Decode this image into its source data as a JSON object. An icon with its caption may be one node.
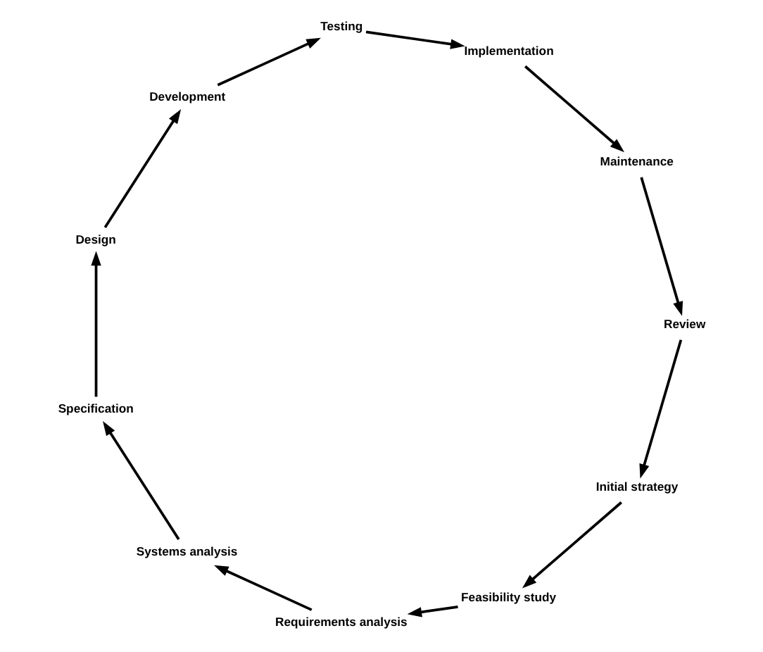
{
  "diagram": {
    "nodes": [
      {
        "text": [
          "Initial strategy"
        ]
      },
      {
        "text": [
          "Feasibility study"
        ]
      },
      {
        "text": [
          "Requirements analysis"
        ]
      },
      {
        "text": [
          "Systems analysis"
        ]
      },
      {
        "text": [
          "Specification"
        ]
      },
      {
        "text": [
          "Design"
        ]
      },
      {
        "text": [
          "Development"
        ]
      },
      {
        "text": [
          "Testing"
        ]
      },
      {
        "text": [
          "Implementation"
        ]
      },
      {
        "text": [
          "Maintenance"
        ]
      },
      {
        "text": [
          "Review"
        ]
      }
    ],
    "edges": [
      {
        "from": 0,
        "to": 1,
        "arrow": "to"
      },
      {
        "from": 1,
        "to": 2,
        "arrow": "to"
      },
      {
        "from": 2,
        "to": 3,
        "arrow": "to"
      },
      {
        "from": 3,
        "to": 4,
        "arrow": "to"
      },
      {
        "from": 4,
        "to": 5,
        "arrow": "to"
      },
      {
        "from": 5,
        "to": 6,
        "arrow": "to"
      },
      {
        "from": 6,
        "to": 7,
        "arrow": "to"
      },
      {
        "from": 7,
        "to": 8,
        "arrow": "to"
      },
      {
        "from": 8,
        "to": 9,
        "arrow": "to"
      },
      {
        "from": 9,
        "to": 10,
        "arrow": "to"
      },
      {
        "from": 10,
        "to": 0,
        "arrow": "to"
      }
    ]
  }
}
